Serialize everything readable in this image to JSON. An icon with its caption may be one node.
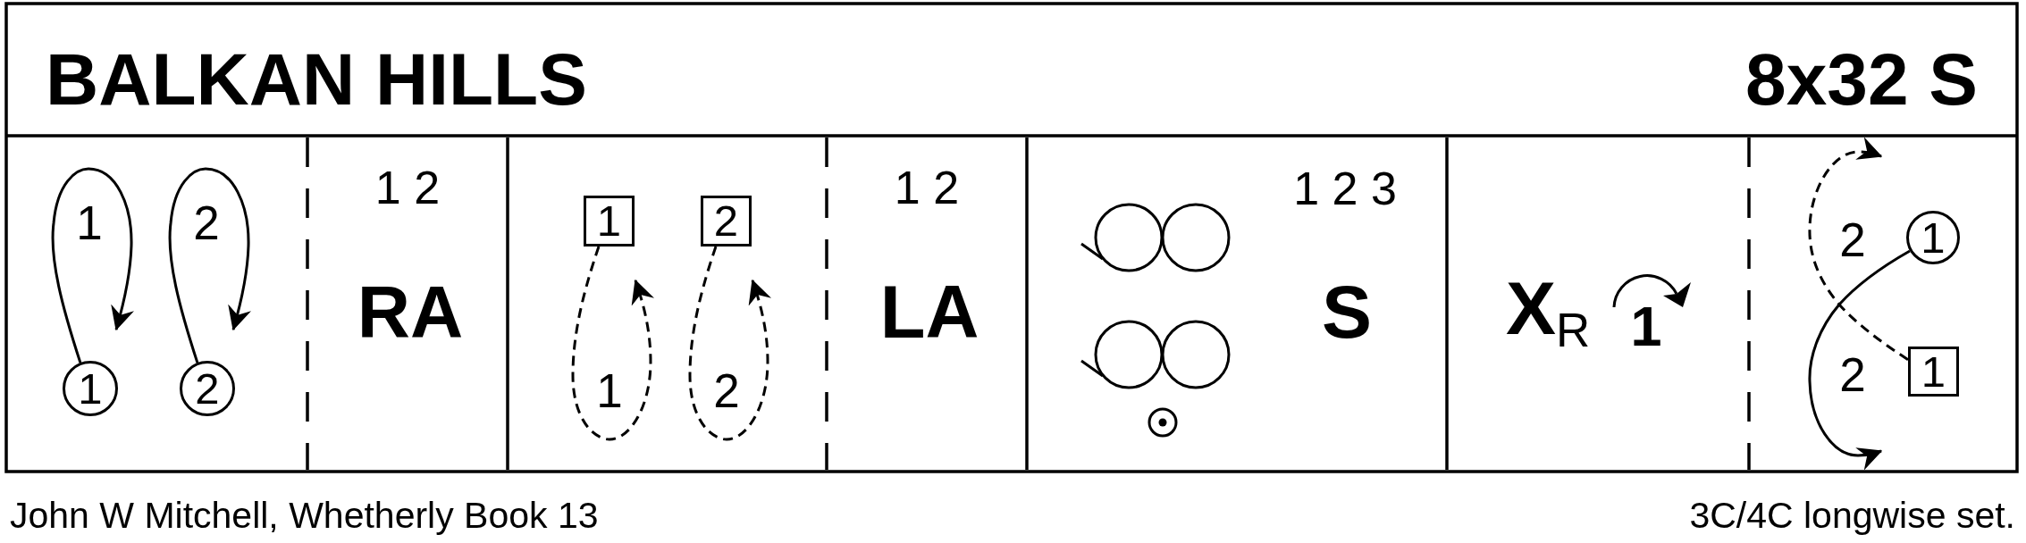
{
  "diagram": {
    "title": "BALKAN HILLS",
    "nodes": [
      {
        "text": [
          "1"
        ]
      },
      {
        "text": [
          "2"
        ]
      },
      {
        "text": [
          "1"
        ]
      },
      {
        "text": [
          "2"
        ]
      },
      {
        "text": [
          "1"
        ]
      },
      {
        "text": [
          "1"
        ]
      }
    ],
    "edges": [
      {
        "from": 0,
        "to": null,
        "arrow": "to"
      },
      {
        "from": 1,
        "to": null,
        "arrow": "to"
      },
      {
        "from": 2,
        "to": null,
        "arrow": "to",
        "style": "dashed"
      },
      {
        "from": 3,
        "to": null,
        "arrow": "to",
        "style": "dashed"
      },
      {
        "from": 4,
        "to": null,
        "arrow": "to"
      },
      {
        "from": 5,
        "to": null,
        "arrow": "to",
        "style": "dashed"
      }
    ],
    "labels": [
      "8x32 S",
      "1",
      "2",
      "1 2",
      "RA",
      "1",
      "2",
      "1 2",
      "LA",
      "1 2 3",
      "S",
      "**X**$_{R}$",
      "1",
      "2",
      "2",
      "John W Mitchell, Whetherly Book 13",
      "3C/4C longwise set."
    ]
  }
}
